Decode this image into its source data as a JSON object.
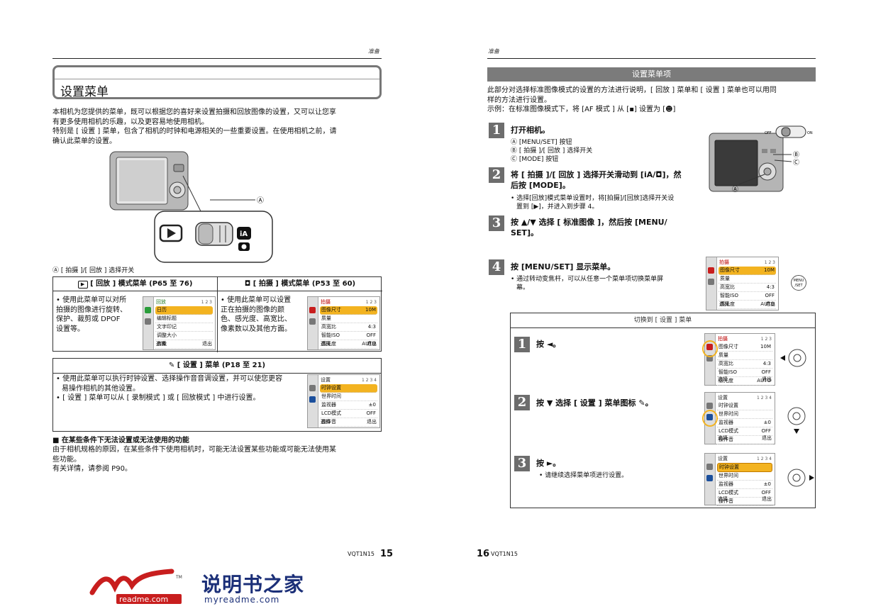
{
  "left_page": {
    "header": "准备",
    "title": "设置菜单",
    "intro": [
      "本相机为您提供的菜单，既可以根据您的喜好来设置拍摄和回放图像的设置，又可以让您享",
      "有更多使用相机的乐趣，以及更容易地使用相机。",
      "特别是 [ 设置 ] 菜单，包含了相机的时钟和电源相关的一些重要设置。在使用相机之前，请",
      "确认此菜单的设置。"
    ],
    "callout_a": "Ⓐ",
    "caption_a": "Ⓐ  [ 拍摄 ]/[ 回放 ] 选择开关",
    "playback_header": "[ 回放 ] 模式菜单 (P65 至 76)",
    "playback_desc": [
      "• 使用此菜单可以对所",
      "拍摄的图像进行旋转、",
      "保护、裁剪或 DPOF",
      "设置等。"
    ],
    "playback_menu": {
      "title": "回放",
      "page": "1 2 3",
      "items": [
        "日历",
        "编辑标题",
        "文字印记",
        "调整大小",
        "剪裁"
      ],
      "foot_left": "选择",
      "foot_right": "退出"
    },
    "rec_header": "[ 拍摄 ] 模式菜单 (P53 至 60)",
    "rec_desc": [
      "• 使用此菜单可以设置",
      "正在拍摄的图像的颜",
      "色、感光度、高宽比、",
      "像素数以及其他方面。"
    ],
    "rec_menu": {
      "title": "拍摄",
      "page": "1 2 3",
      "items": [
        "图像尺寸",
        "质量",
        "高宽比",
        "智能ISO",
        "感光度"
      ],
      "values": [
        "10M",
        "",
        "4:3",
        "OFF",
        "AUTO"
      ],
      "foot_left": "选择",
      "foot_right": "退出"
    },
    "setup_header": "[ 设置 ] 菜单 (P18 至 21)",
    "setup_desc": [
      "• 使用此菜单可以执行时钟设置、选择操作音音调设置，并可以使您更容",
      "易操作相机的其他设置。",
      "• [ 设置 ] 菜单可以从 [ 录制模式 ] 或 [ 回放模式 ] 中进行设置。"
    ],
    "setup_menu": {
      "title": "设置",
      "page": "1 2 3 4",
      "items": [
        "时钟设置",
        "世界时间",
        "监视器",
        "LCD模式",
        "操作音"
      ],
      "values": [
        "",
        "",
        "±0",
        "OFF",
        ""
      ],
      "foot_left": "选择",
      "foot_right": "退出"
    },
    "note_title": "■ 在某些条件下无法设置或无法使用的功能",
    "note_body": [
      "由于相机规格的原因，在某些条件下使用相机时，可能无法设置某些功能或可能无法使用某",
      "些功能。",
      "有关详情，请参阅 P90。"
    ],
    "page_code": "VQT1N15",
    "page_num": "15"
  },
  "right_page": {
    "header": "准备",
    "bar_title": "设置菜单项",
    "intro": [
      "此部分对选择标准图像模式的设置的方法进行说明，[ 回放 ] 菜单和 [ 设置 ] 菜单也可以用同",
      "样的方法进行设置。",
      "示例：在标准图像模式下，将 [AF 模式 ] 从 [▪] 设置为 [☻]"
    ],
    "step1": "打开相机。",
    "step1_subs": [
      "Ⓐ  [MENU/SET] 按钮",
      "Ⓑ  [ 拍摄 ]/[ 回放 ] 选择开关",
      "Ⓒ  [MODE] 按钮"
    ],
    "step2": [
      "将 [ 拍摄 ]/[ 回放 ] 选择开关滑动到 [iA/◘]，然",
      "后按 [MODE]。"
    ],
    "step2_note": [
      "• 选择[回放]模式菜单设置时，将[拍摄]/[回放]选择开关设",
      "置到 [▶]，并进入到步骤 4。"
    ],
    "step3": [
      "按 ▲/▼ 选择 [ 标准图像 ]，然后按 [MENU/",
      "SET]。"
    ],
    "step4": "按 [MENU/SET] 显示菜单。",
    "step4_note": [
      "• 通过转动变焦杆，可以从任意一个菜单项切换菜单屏",
      "幕。"
    ],
    "menu_set_label": [
      "MENU",
      "/SET"
    ],
    "switch_off": "OFF",
    "switch_on": "ON",
    "label_a": "Ⓐ",
    "label_b": "Ⓑ",
    "label_c": "Ⓒ",
    "panel_title": "切换到 [ 设置 ] 菜单",
    "p_step1": "按 ◄。",
    "p_step2": "按 ▼ 选择 [ 设置 ] 菜单图标",
    "p_step3": "按 ►。",
    "p_step3_note": "• 请继续选择菜单项进行设置。",
    "rec_menu": {
      "title": "拍摄",
      "page": "1 2 3",
      "items": [
        "图像尺寸",
        "质量",
        "高宽比",
        "智能ISO",
        "感光度"
      ],
      "values": [
        "10M",
        "",
        "4:3",
        "OFF",
        "AUTO"
      ],
      "foot_left": "选择",
      "foot_right": "退出"
    },
    "setup_menu": {
      "title": "设置",
      "page": "1 2 3 4",
      "items": [
        "时钟设置",
        "世界时间",
        "监视器",
        "LCD模式",
        "操作音"
      ],
      "values": [
        "",
        "",
        "±0",
        "OFF",
        ""
      ],
      "foot_left": "选择",
      "foot_right": "退出"
    },
    "page_num": "16",
    "page_code": "VQT1N15"
  },
  "logo": {
    "brand": "readme.com",
    "cn": "说明书之家",
    "url": "myreadme.com",
    "tm": "TM"
  },
  "colors": {
    "accent": "#f3b320",
    "bar": "#7b7b7b",
    "step": "#6d6d6d",
    "red": "#c81e1e"
  }
}
